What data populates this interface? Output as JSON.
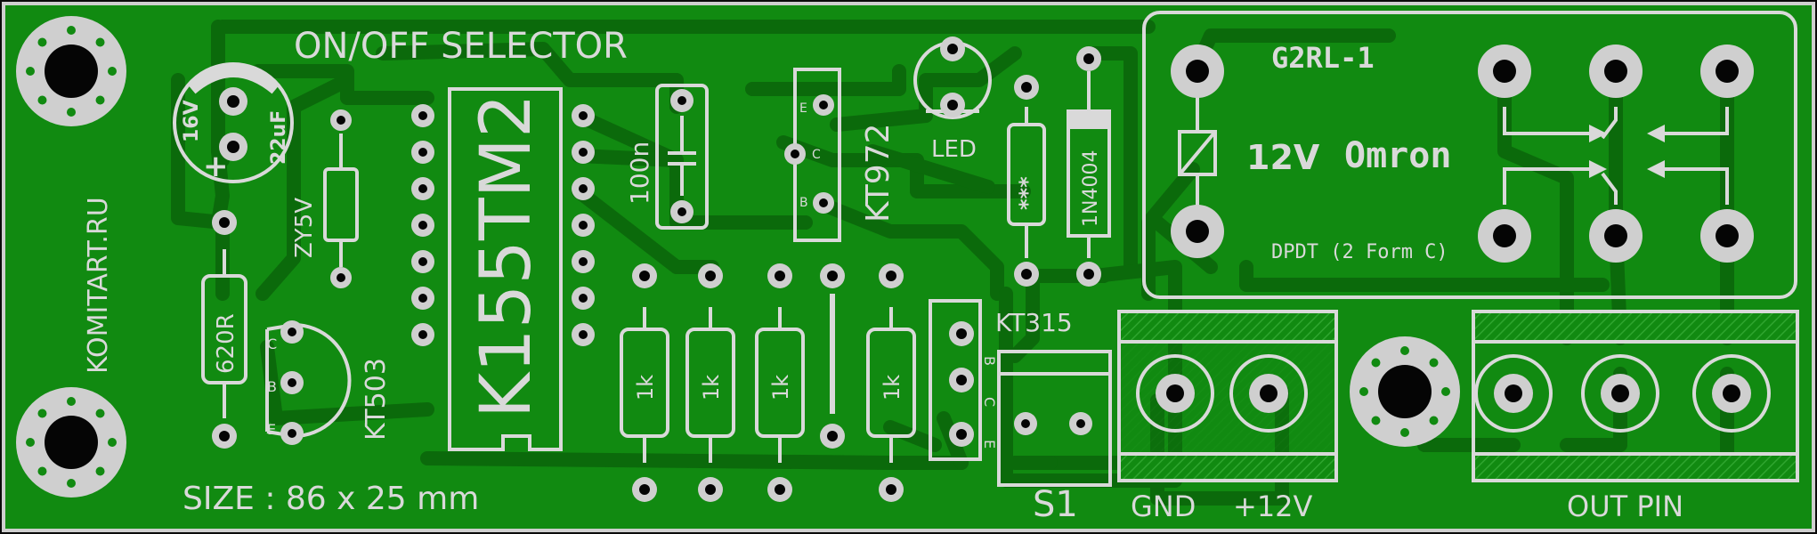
{
  "colors": {
    "board": "#118a11",
    "trace": "#0b6a0b",
    "silk": "#d9d9d9",
    "pad": "#cfcfcf",
    "hole": "#050505",
    "outline": "#d0d0d0"
  },
  "labels": {
    "title": "ON/OFF SELECTOR",
    "size": "SIZE : 86 x 25 mm",
    "site": "KOMITART.RU",
    "cap_voltage": "16V",
    "cap_value": "22uF",
    "cap_plus": "+",
    "zener": "ZY5V",
    "resistor_620": "620R",
    "kt503": "KT503",
    "kt503_c": "C",
    "kt503_b": "B",
    "kt503_e": "E",
    "ic": "K155TM2",
    "cap_100n": "100n",
    "kt972": "KT972",
    "kt972_e": "E",
    "kt972_c": "C",
    "kt972_b": "B",
    "led": "LED",
    "res_led": "***",
    "diode": "1N4004",
    "relay_model": "G2RL-1",
    "relay_voltage": "12V",
    "relay_brand": "Omron",
    "relay_type": "DPDT (2 Form C)",
    "kt315": "KT315",
    "kt315_b": "B",
    "kt315_c": "C",
    "kt315_e": "E",
    "r1": "1k",
    "r2": "1k",
    "r3": "1k",
    "r4": "1k",
    "switch": "S1",
    "gnd": "GND",
    "plus12": "+12V",
    "out": "OUT PIN"
  }
}
